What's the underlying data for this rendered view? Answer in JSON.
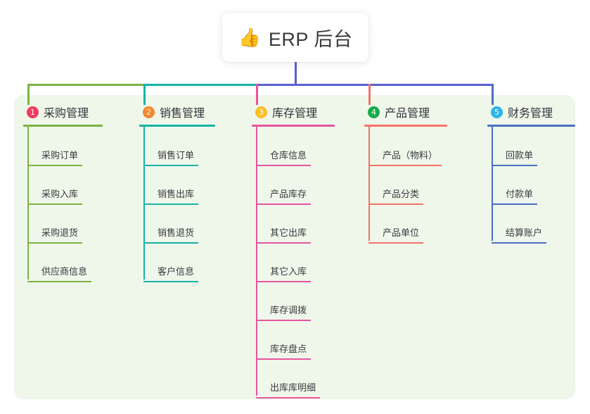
{
  "root": {
    "icon": "thumbs-up-icon",
    "emoji": "👍",
    "title": "ERP 后台"
  },
  "palette": {
    "panel_bg": "#eef7e9",
    "page_bg": "#ffffff",
    "text": "#3a3a40",
    "trunk": "#5b5fd0",
    "bus_green": "#7cb342",
    "bus_teal": "#12b5a5",
    "bus_blue": "#5b5fd0"
  },
  "columns": [
    {
      "number": "1",
      "title": "采购管理",
      "badge_color": "#ee3b5f",
      "line_color": "#7cb342",
      "drop_color": "#7cb342",
      "items": [
        "采购订单",
        "采购入库",
        "采购退货",
        "供应商信息"
      ]
    },
    {
      "number": "2",
      "title": "销售管理",
      "badge_color": "#f5872e",
      "line_color": "#16b3a6",
      "drop_color": "#16b3a6",
      "items": [
        "销售订单",
        "销售出库",
        "销售退货",
        "客户信息"
      ]
    },
    {
      "number": "3",
      "title": "库存管理",
      "badge_color": "#fbbf24",
      "line_color": "#e8559e",
      "drop_color": "#e8559e",
      "items": [
        "仓库信息",
        "产品库存",
        "其它出库",
        "其它入库",
        "库存调拨",
        "库存盘点",
        "出库库明细"
      ]
    },
    {
      "number": "4",
      "title": "产品管理",
      "badge_color": "#18ab4b",
      "line_color": "#f4726a",
      "drop_color": "#f4726a",
      "items": [
        "产品（物料）",
        "产品分类",
        "产品单位"
      ]
    },
    {
      "number": "5",
      "title": "财务管理",
      "badge_color": "#29b6e8",
      "line_color": "#4a6fc4",
      "drop_color": "#4a6fc4",
      "items": [
        "回款单",
        "付款单",
        "结算账户"
      ]
    }
  ]
}
